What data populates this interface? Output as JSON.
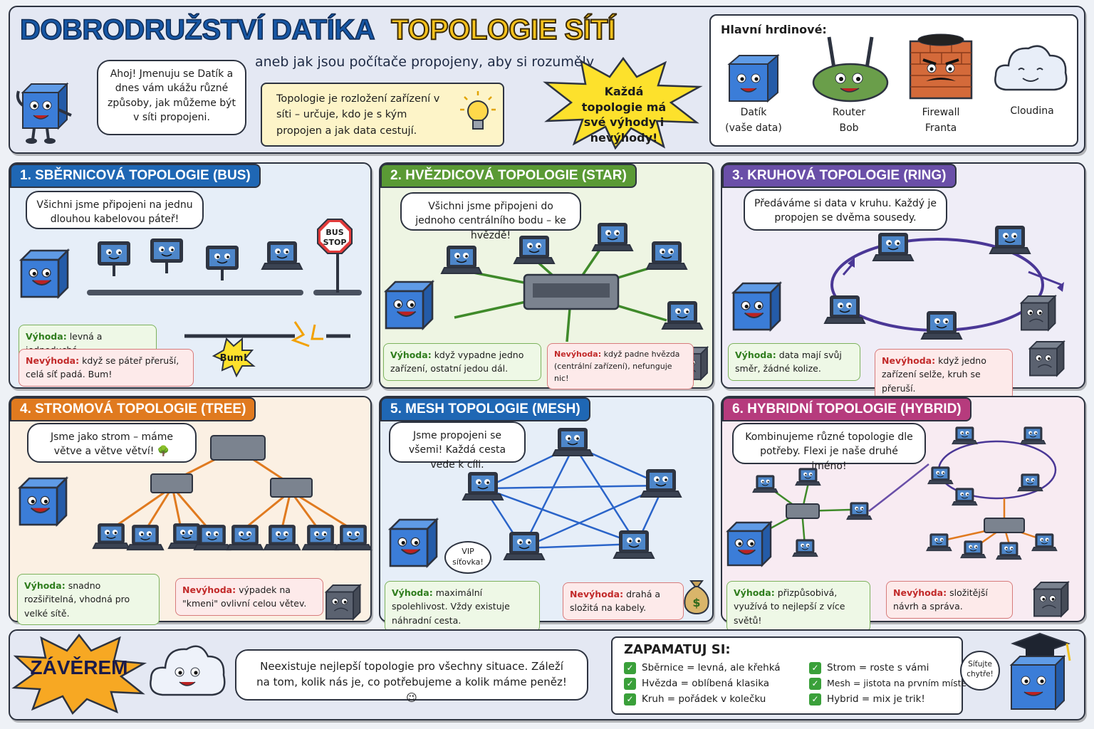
{
  "header": {
    "title_part1": "DOBRODRUŽSTVÍ DATÍKA",
    "title_part2": "TOPOLOGIE SÍTÍ",
    "subtitle": "aneb jak jsou počítače propojeny, aby si rozuměly",
    "intro_bubble": "Ahoj! Jmenuju se Datík a dnes vám ukážu různé způsoby, jak můžeme být v síti propojeni.",
    "definition": "Topologie je rozložení zařízení v síti – určuje, kdo je s kým propojen a jak data cestují.",
    "burst": "Každá topologie má své výhody i nevýhody!"
  },
  "heroes": {
    "title": "Hlavní hrdinové:",
    "items": [
      {
        "name": "Datík",
        "sub": "(vaše data)"
      },
      {
        "name": "Router",
        "sub": "Bob"
      },
      {
        "name": "Firewall",
        "sub": "Franta"
      },
      {
        "name": "Cloudina",
        "sub": ""
      }
    ]
  },
  "panels": [
    {
      "title": "1. SBĚRNICOVÁ TOPOLOGIE (BUS)",
      "color": "#1f67b4",
      "bg": "#e6eef8",
      "bubble": "Všichni jsme připojeni na jednu dlouhou kabelovou páteř!",
      "good_key": "Výhoda:",
      "good": "levná a jednoduchá.",
      "bad_key": "Nevýhoda:",
      "bad": "když se páteř přeruší, celá síť padá. Bum!",
      "extra": [
        "BUS",
        "STOP",
        "Bum!"
      ]
    },
    {
      "title": "2. HVĚZDICOVÁ TOPOLOGIE (STAR)",
      "color": "#5a9a35",
      "bg": "#eef5e3",
      "bubble": "Všichni jsme připojeni do jednoho centrálního bodu – ke hvězdě!",
      "good_key": "Výhoda:",
      "good": "když vypadne jedno zařízení, ostatní jedou dál.",
      "bad_key": "Nevýhoda:",
      "bad": "když padne hvězda (centrální zařízení), nefunguje nic!"
    },
    {
      "title": "3. KRUHOVÁ TOPOLOGIE (RING)",
      "color": "#6a4fa8",
      "bg": "#efedf7",
      "bubble": "Předáváme si data v kruhu. Každý je propojen se dvěma sousedy.",
      "good_key": "Výhoda:",
      "good": "data mají svůj směr, žádné kolize.",
      "bad_key": "Nevýhoda:",
      "bad": "když jedno zařízení selže, kruh se přeruší."
    },
    {
      "title": "4. STROMOVÁ TOPOLOGIE (TREE)",
      "color": "#e07a1f",
      "bg": "#fbf0e3",
      "bubble": "Jsme jako strom – máme větve a větve větví! 🌳",
      "good_key": "Výhoda:",
      "good": "snadno rozšiřitelná, vhodná pro velké sítě.",
      "bad_key": "Nevýhoda:",
      "bad": "výpadek na \"kmeni\" ovlivní celou větev."
    },
    {
      "title": "5. MESH TOPOLOGIE (MESH)",
      "color": "#1f67b4",
      "bg": "#e6eef8",
      "bubble": "Jsme propojeni se všemi! Každá cesta vede k cíli.",
      "good_key": "Výhoda:",
      "good": "maximální spolehlivost. Vždy existuje náhradní cesta.",
      "bad_key": "Nevýhoda:",
      "bad": "drahá a složitá na kabely.",
      "extra": [
        "VIP",
        "síťovka!"
      ]
    },
    {
      "title": "6. HYBRIDNÍ TOPOLOGIE (HYBRID)",
      "color": "#b63b7d",
      "bg": "#f8ebf2",
      "bubble": "Kombinujeme různé topologie dle potřeby. Flexi je naše druhé jméno!",
      "good_key": "Výhoda:",
      "good": "přizpůsobivá, využívá to nejlepší z více světů!",
      "bad_key": "Nevýhoda:",
      "bad": "složitější návrh a správa."
    }
  ],
  "conclusion": {
    "burst": "ZÁVĚREM",
    "text": "Neexistuje nejlepší topologie pro všechny situace. Záleží na tom, kolik nás je, co potřebujeme a kolik máme peněz! 😉",
    "remember_title": "ZAPAMATUJ SI:",
    "remember": [
      "Sběrnice = levná, ale křehká",
      "Hvězda = oblíbená klasika",
      "Kruh = pořádek v kolečku",
      "Strom = roste s vámi",
      "Mesh = jistota na prvním místě",
      "Hybrid = mix je trik!"
    ],
    "cap_bubble": "Síťujte chytře!"
  },
  "colors": {
    "cube": "#3b7dd8",
    "router": "#6a9e4a",
    "firewall": "#d46a3a",
    "outline": "#2d3340"
  }
}
